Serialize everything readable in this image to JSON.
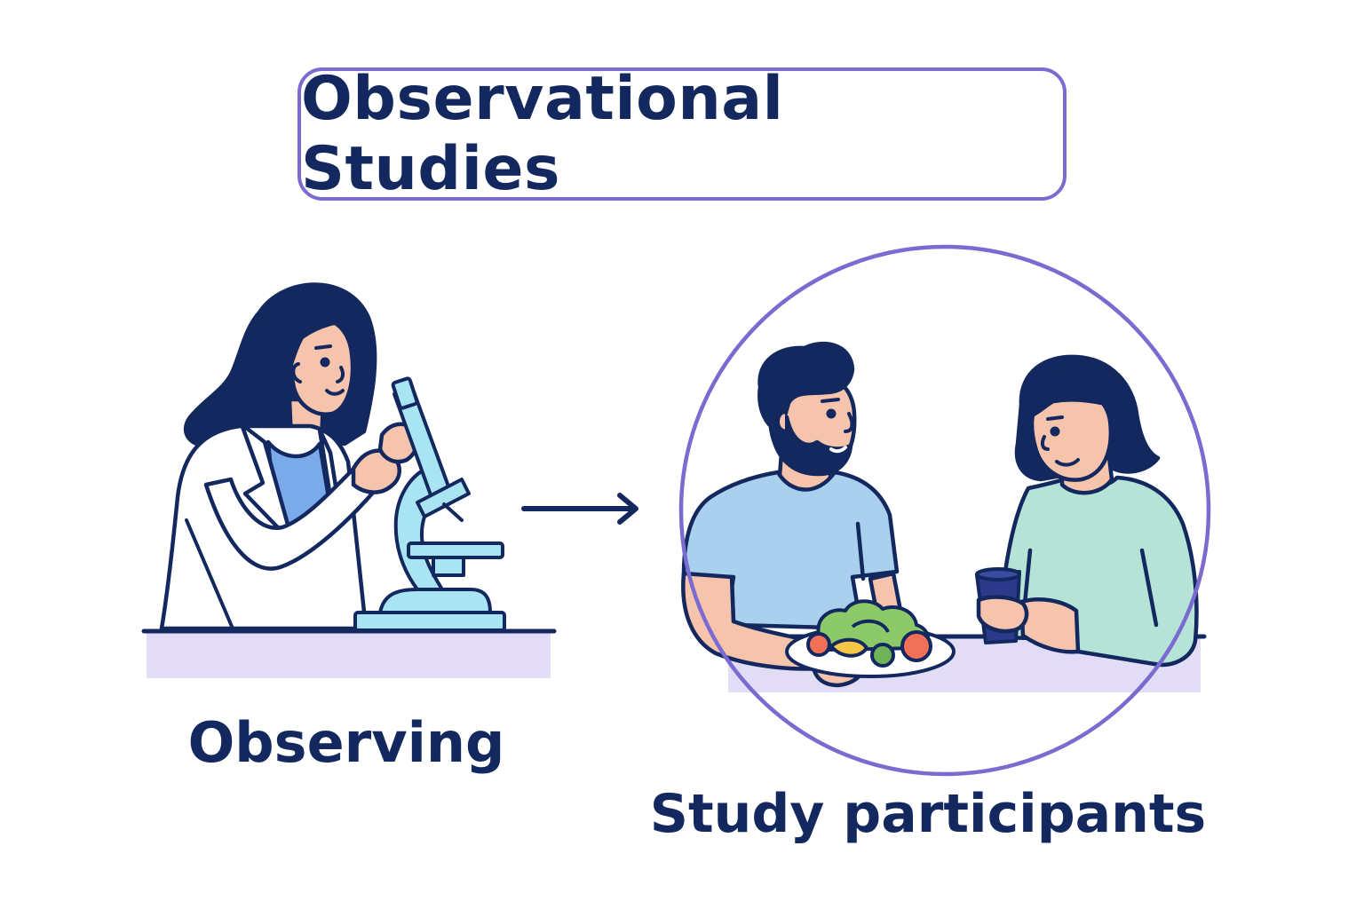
{
  "title": "Observational Studies",
  "labels": {
    "observing": "Observing",
    "participants": "Study participants"
  },
  "colors": {
    "ink": "#13285e",
    "accent_purple": "#7b6bd0",
    "table_lavender": "#e2dcf6",
    "skin": "#f6c3ad",
    "lab_coat": "#ffffff",
    "microscope_blue": "#a9e4f2",
    "scientist_shirt": "#7aaaea",
    "man_shirt": "#a9d1ee",
    "woman_shirt": "#b5e3d6"
  },
  "icons": [
    "scientist-figure",
    "microscope-icon",
    "arrow-right-icon",
    "man-figure",
    "woman-figure",
    "salad-plate-icon",
    "cup-icon"
  ]
}
